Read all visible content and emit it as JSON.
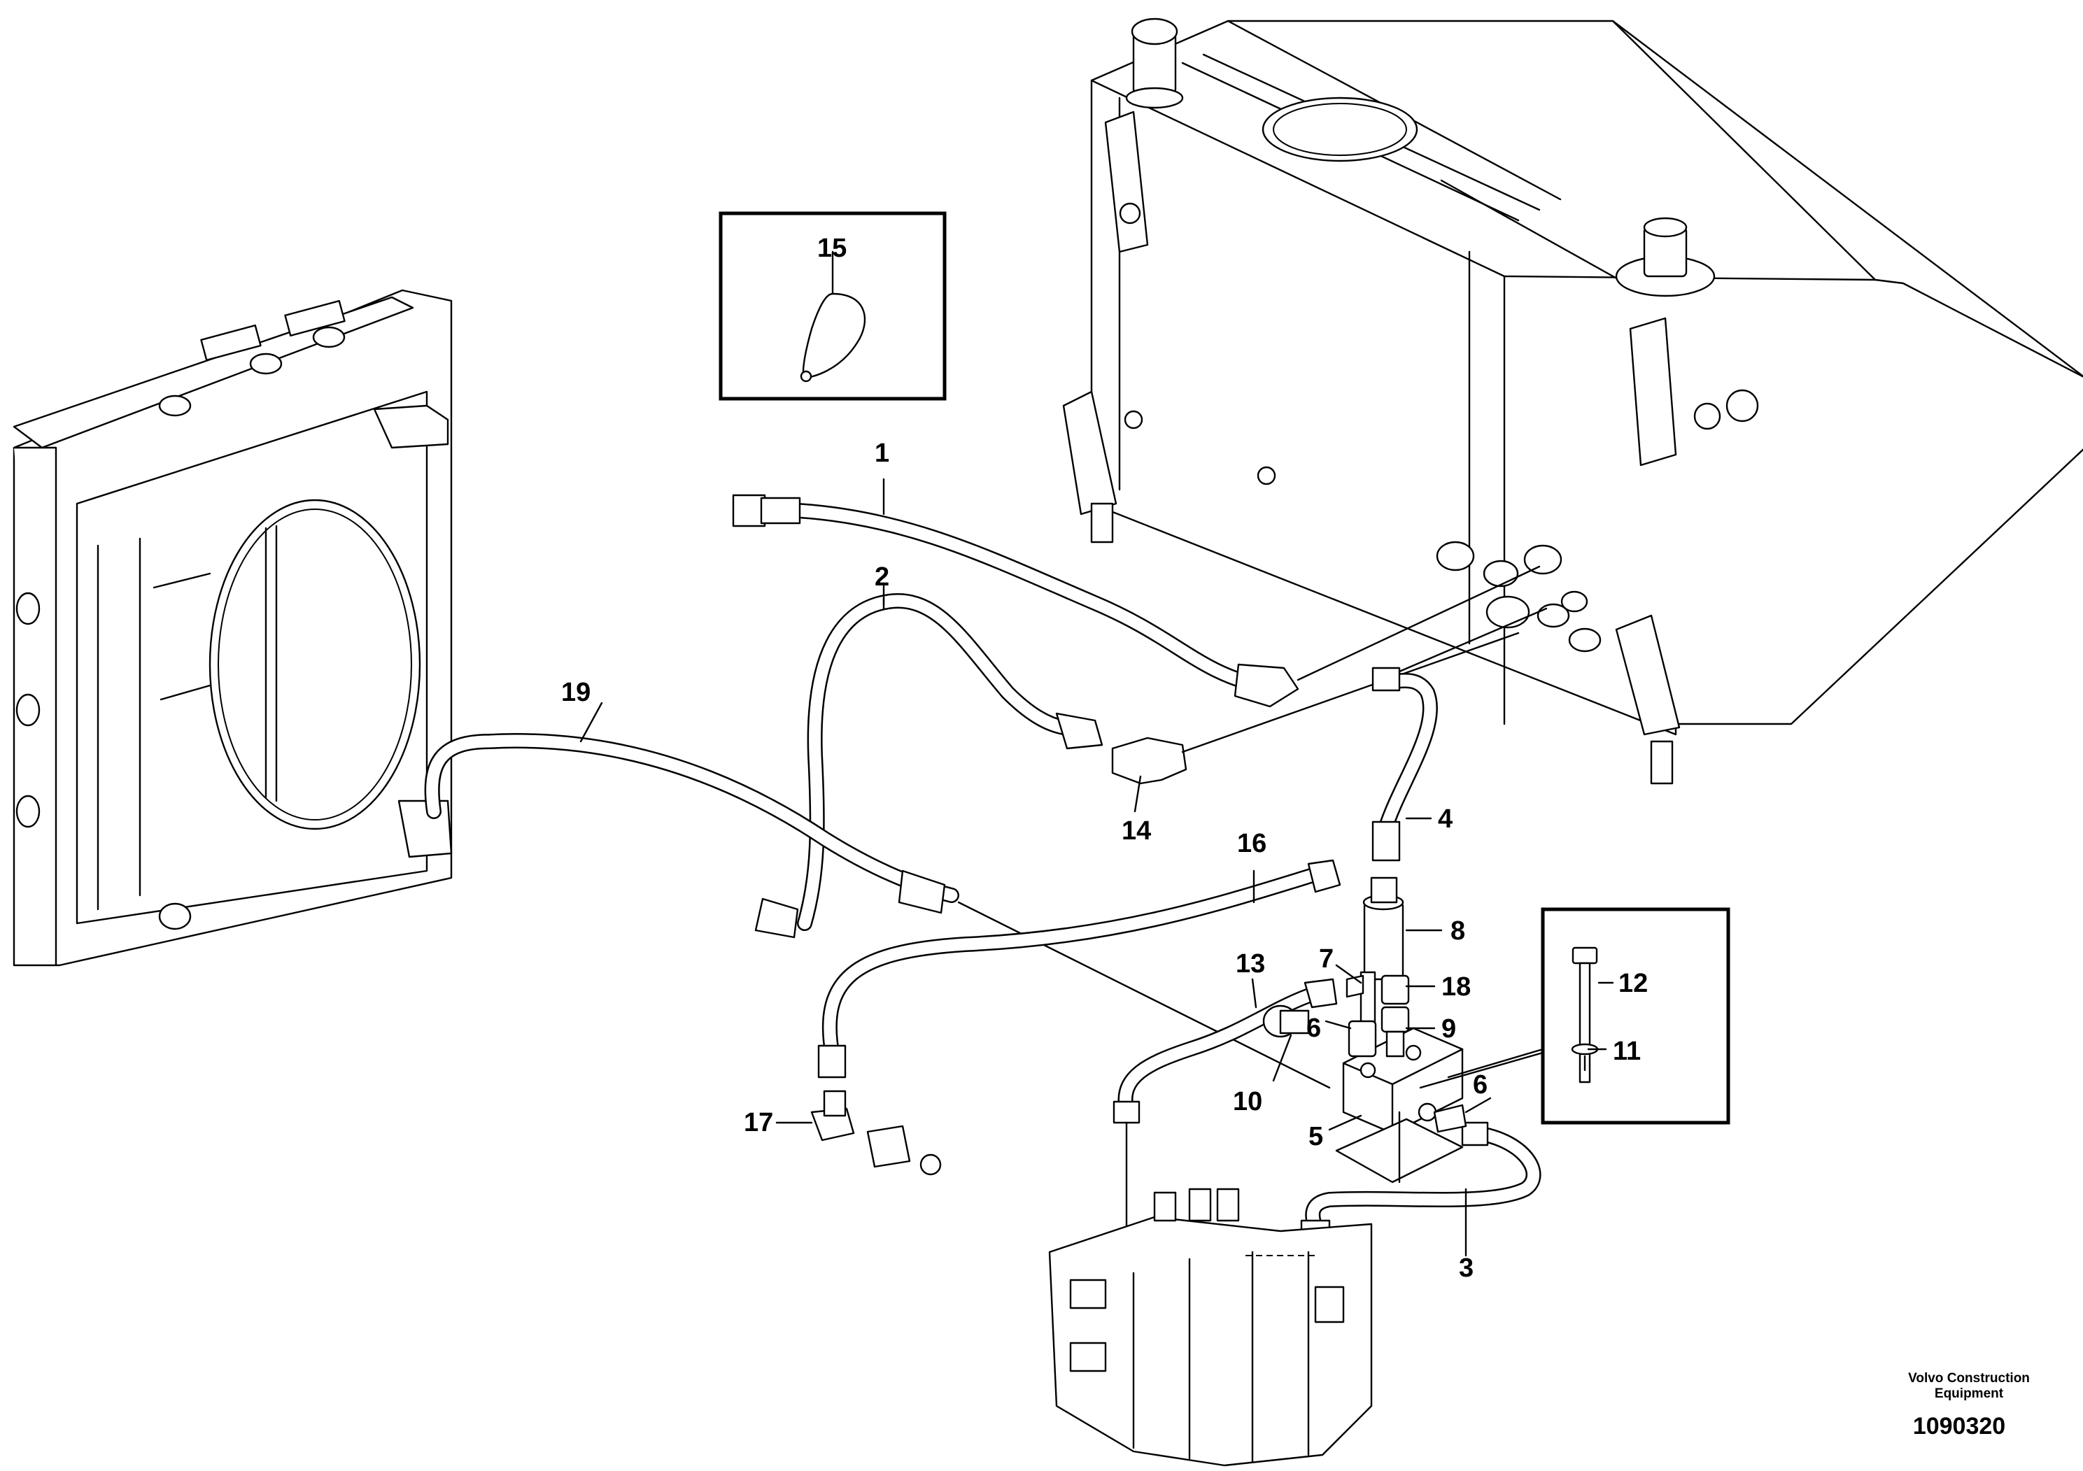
{
  "callouts": {
    "c1": "1",
    "c2": "2",
    "c3": "3",
    "c4": "4",
    "c5": "5",
    "c6a": "6",
    "c6b": "6",
    "c7": "7",
    "c8": "8",
    "c9": "9",
    "c10": "10",
    "c11": "11",
    "c12": "12",
    "c13": "13",
    "c14": "14",
    "c15": "15",
    "c16": "16",
    "c17": "17",
    "c18": "18",
    "c19": "19"
  },
  "footer": {
    "brand_line1": "Volvo Construction",
    "brand_line2": "Equipment",
    "drawing_number": "1090320"
  }
}
